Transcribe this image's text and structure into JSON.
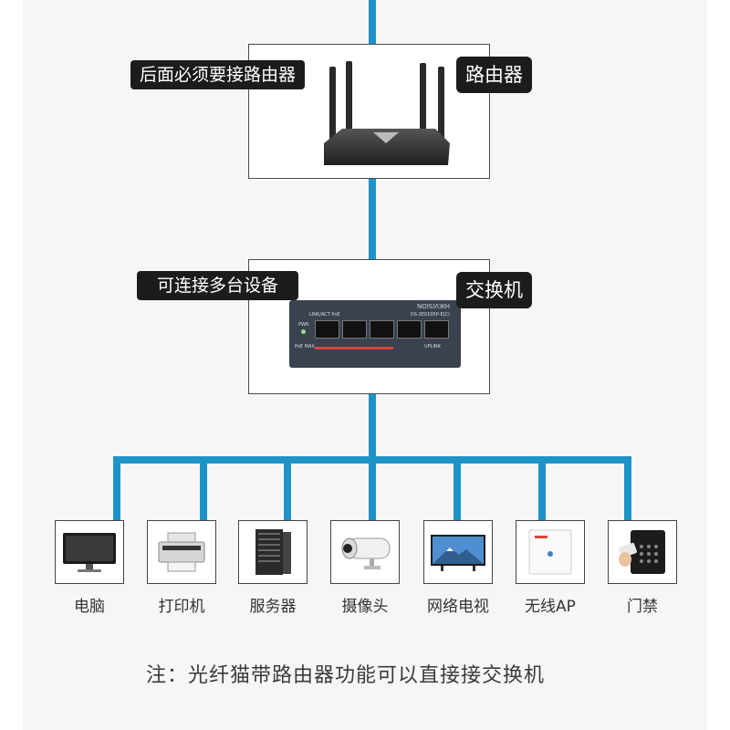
{
  "router": {
    "callout": "后面必须要接路由器",
    "label": "路由器"
  },
  "switch": {
    "callout": "可连接多台设备",
    "label": "交换机",
    "brand": "HIKVISION",
    "model": "DS-3E0105P-E(C)",
    "port_header": "LINK/ACT  PoE",
    "pwr": "PWR",
    "poe_max": "PoE MAX",
    "uplink": "UPLINK"
  },
  "devices": [
    {
      "label": "电脑",
      "icon": "monitor-icon"
    },
    {
      "label": "打印机",
      "icon": "printer-icon"
    },
    {
      "label": "服务器",
      "icon": "server-icon"
    },
    {
      "label": "摄像头",
      "icon": "camera-icon"
    },
    {
      "label": "网络电视",
      "icon": "tv-icon"
    },
    {
      "label": "无线AP",
      "icon": "access-point-icon"
    },
    {
      "label": "门禁",
      "icon": "access-control-icon"
    }
  ],
  "note": "注：光纤猫带路由器功能可以直接接交换机",
  "colors": {
    "link_line": "#1e93c8",
    "callout_bg": "#1c1c1c",
    "switch_body": "#3a4250"
  }
}
